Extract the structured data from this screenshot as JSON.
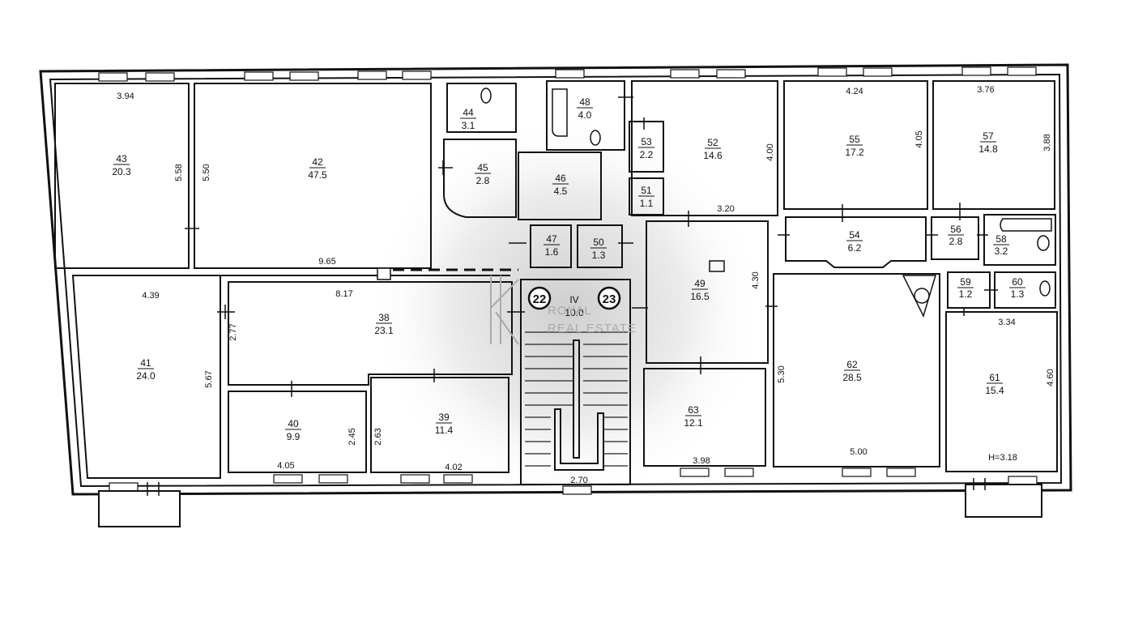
{
  "rooms": [
    {
      "id": "43",
      "num": "43",
      "area": "20.3"
    },
    {
      "id": "42",
      "num": "42",
      "area": "47.5"
    },
    {
      "id": "44",
      "num": "44",
      "area": "3.1"
    },
    {
      "id": "45",
      "num": "45",
      "area": "2.8"
    },
    {
      "id": "46",
      "num": "46",
      "area": "4.5"
    },
    {
      "id": "47",
      "num": "47",
      "area": "1.6"
    },
    {
      "id": "48",
      "num": "48",
      "area": "4.0"
    },
    {
      "id": "50",
      "num": "50",
      "area": "1.3"
    },
    {
      "id": "53",
      "num": "53",
      "area": "2.2"
    },
    {
      "id": "51",
      "num": "51",
      "area": "1.1"
    },
    {
      "id": "52",
      "num": "52",
      "area": "14.6"
    },
    {
      "id": "55",
      "num": "55",
      "area": "17.2"
    },
    {
      "id": "57",
      "num": "57",
      "area": "14.8"
    },
    {
      "id": "54",
      "num": "54",
      "area": "6.2"
    },
    {
      "id": "56",
      "num": "56",
      "area": "2.8"
    },
    {
      "id": "58",
      "num": "58",
      "area": "3.2"
    },
    {
      "id": "59",
      "num": "59",
      "area": "1.2"
    },
    {
      "id": "60",
      "num": "60",
      "area": "1.3"
    },
    {
      "id": "49",
      "num": "49",
      "area": "16.5"
    },
    {
      "id": "41",
      "num": "41",
      "area": "24.0"
    },
    {
      "id": "38",
      "num": "38",
      "area": "23.1"
    },
    {
      "id": "40",
      "num": "40",
      "area": "9.9"
    },
    {
      "id": "39",
      "num": "39",
      "area": "11.4"
    },
    {
      "id": "63",
      "num": "63",
      "area": "12.1"
    },
    {
      "id": "62",
      "num": "62",
      "area": "28.5"
    },
    {
      "id": "61",
      "num": "61",
      "area": "15.4"
    },
    {
      "id": "stair",
      "num": "IV",
      "area": "10.0"
    }
  ],
  "dimensions": [
    {
      "id": "d1",
      "text": "3.94"
    },
    {
      "id": "d2",
      "text": "5.58"
    },
    {
      "id": "d3",
      "text": "5.50"
    },
    {
      "id": "d4",
      "text": "9.65"
    },
    {
      "id": "d5",
      "text": "4.39"
    },
    {
      "id": "d6",
      "text": "8.17"
    },
    {
      "id": "d7",
      "text": "2.77"
    },
    {
      "id": "d8",
      "text": "5.67"
    },
    {
      "id": "d9",
      "text": "2.45"
    },
    {
      "id": "d10",
      "text": "2.63"
    },
    {
      "id": "d11",
      "text": "4.05"
    },
    {
      "id": "d12",
      "text": "4.02"
    },
    {
      "id": "d13",
      "text": "2.70"
    },
    {
      "id": "d14",
      "text": "4.00"
    },
    {
      "id": "d15",
      "text": "3.20"
    },
    {
      "id": "d16",
      "text": "4.24"
    },
    {
      "id": "d17",
      "text": "4.05"
    },
    {
      "id": "d18",
      "text": "3.76"
    },
    {
      "id": "d19",
      "text": "3.88"
    },
    {
      "id": "d20",
      "text": "4.30"
    },
    {
      "id": "d21",
      "text": "5.30"
    },
    {
      "id": "d22",
      "text": "5.00"
    },
    {
      "id": "d23",
      "text": "3.98"
    },
    {
      "id": "d24",
      "text": "3.34"
    },
    {
      "id": "d25",
      "text": "4.60"
    },
    {
      "id": "d26",
      "text": "H=3.18"
    }
  ],
  "markers": [
    {
      "id": "m22",
      "text": "22"
    },
    {
      "id": "m23",
      "text": "23"
    }
  ],
  "watermark": {
    "line1": "ROYAL",
    "line2": "REAL ESTATE"
  }
}
